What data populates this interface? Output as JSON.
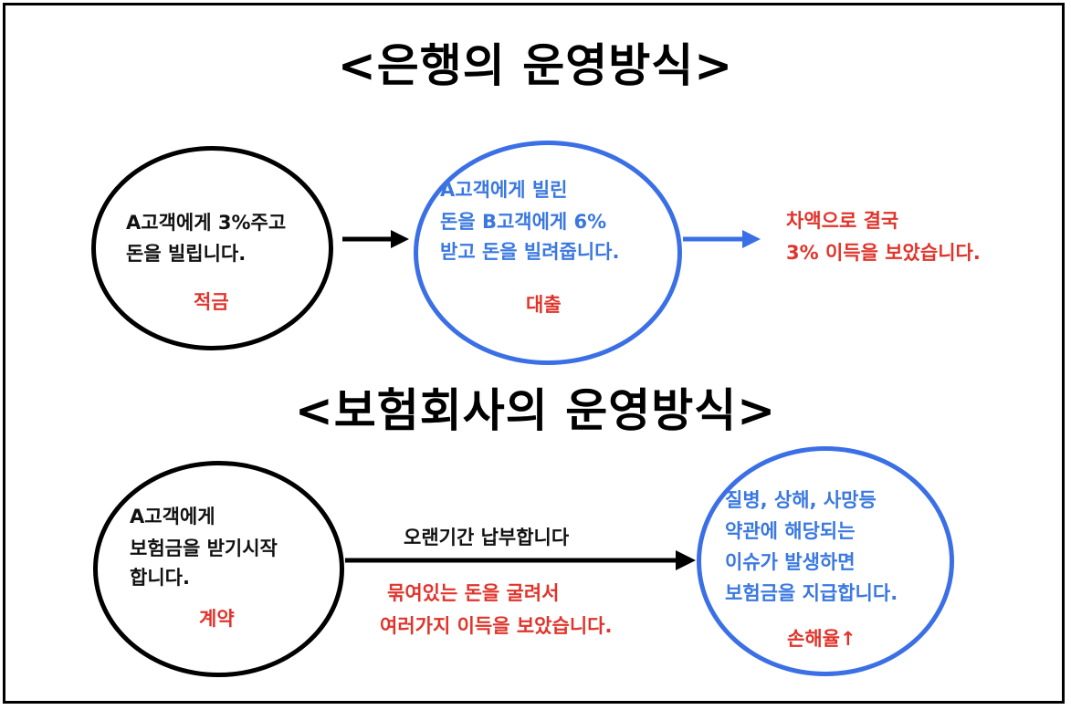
{
  "bank": {
    "title": "<은행의 운영방식>",
    "circle1": {
      "lines": [
        "A고객에게 3%주고",
        "돈을 빌립니다."
      ],
      "tag": "적금"
    },
    "circle2": {
      "lines": [
        "A고객에게 빌린",
        "돈을 B고객에게 6%",
        "받고 돈을 빌려줍니다."
      ],
      "tag": "대출"
    },
    "result": {
      "lines": [
        "차액으로 결국",
        "3% 이득을 보았습니다."
      ]
    }
  },
  "insurance": {
    "title": "<보험회사의 운영방식>",
    "circle1": {
      "lines": [
        "A고객에게",
        "보험금을 받기시작",
        "합니다."
      ],
      "tag": "계약"
    },
    "arrow_label": "오랜기간 납부합니다",
    "middle_note": {
      "lines": [
        "묶여있는 돈을 굴려서",
        "여러가지 이득을 보았습니다."
      ]
    },
    "circle2": {
      "lines": [
        "질병, 상해, 사망등",
        "약관에 해당되는",
        "이슈가 발생하면",
        "보험금을 지급합니다."
      ],
      "tag": "손해율↑"
    }
  },
  "colors": {
    "black": "#000000",
    "blue": "#3b6fe6",
    "blue_text": "#3a78e0",
    "red": "#e0342b"
  }
}
